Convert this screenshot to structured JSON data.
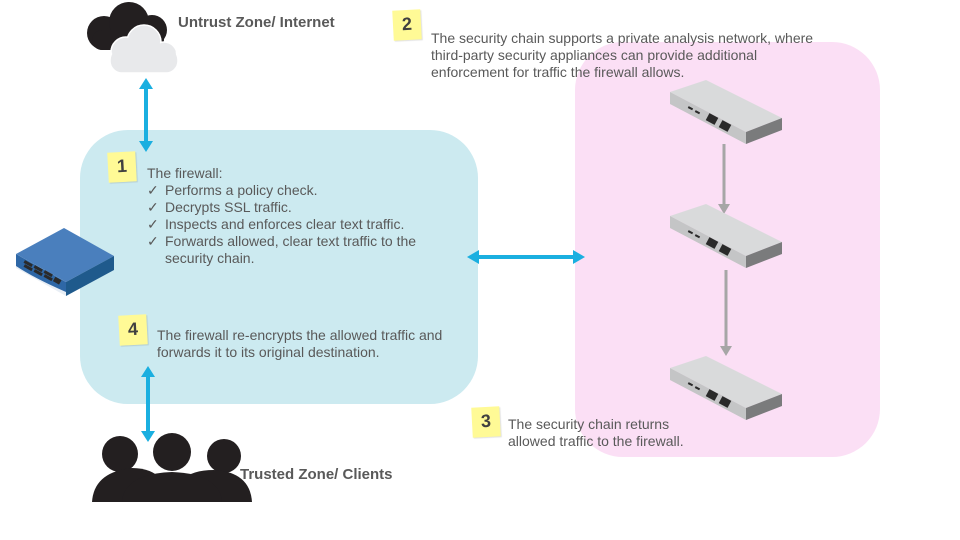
{
  "colors": {
    "trusted_zone_bg": "#cceaf0",
    "security_chain_bg": "#fbdff5",
    "arrow_blue": "#1aafe0",
    "arrow_gray": "#a6a6a6",
    "sticky_note": "#fffa96",
    "firewall_blue": "#3a72b0"
  },
  "zones": {
    "untrust": {
      "label": "Untrust Zone/ Internet",
      "icon": "cloud-icon"
    },
    "trusted": {
      "label": "Trusted Zone/ Clients",
      "icon": "users-icon"
    }
  },
  "steps": [
    {
      "number": "1",
      "intro": "The firewall:",
      "items": [
        "Performs a policy check.",
        "Decrypts SSL traffic.",
        "Inspects and enforces clear text traffic.",
        "Forwards allowed, clear text traffic to the security chain."
      ],
      "check_glyph": "✓"
    },
    {
      "number": "2",
      "text": "The security chain supports a private analysis network, where third-party security appliances can provide additional enforcement for traffic the firewall allows."
    },
    {
      "number": "3",
      "text": "The security chain returns allowed traffic to the firewall."
    },
    {
      "number": "4",
      "text": "The firewall re-encrypts the allowed traffic and forwards it to its original destination."
    }
  ],
  "devices": {
    "firewall": {
      "icon": "firewall-appliance-icon"
    },
    "security_chain": [
      {
        "icon": "switch-appliance-icon"
      },
      {
        "icon": "switch-appliance-icon"
      },
      {
        "icon": "switch-appliance-icon"
      }
    ]
  }
}
